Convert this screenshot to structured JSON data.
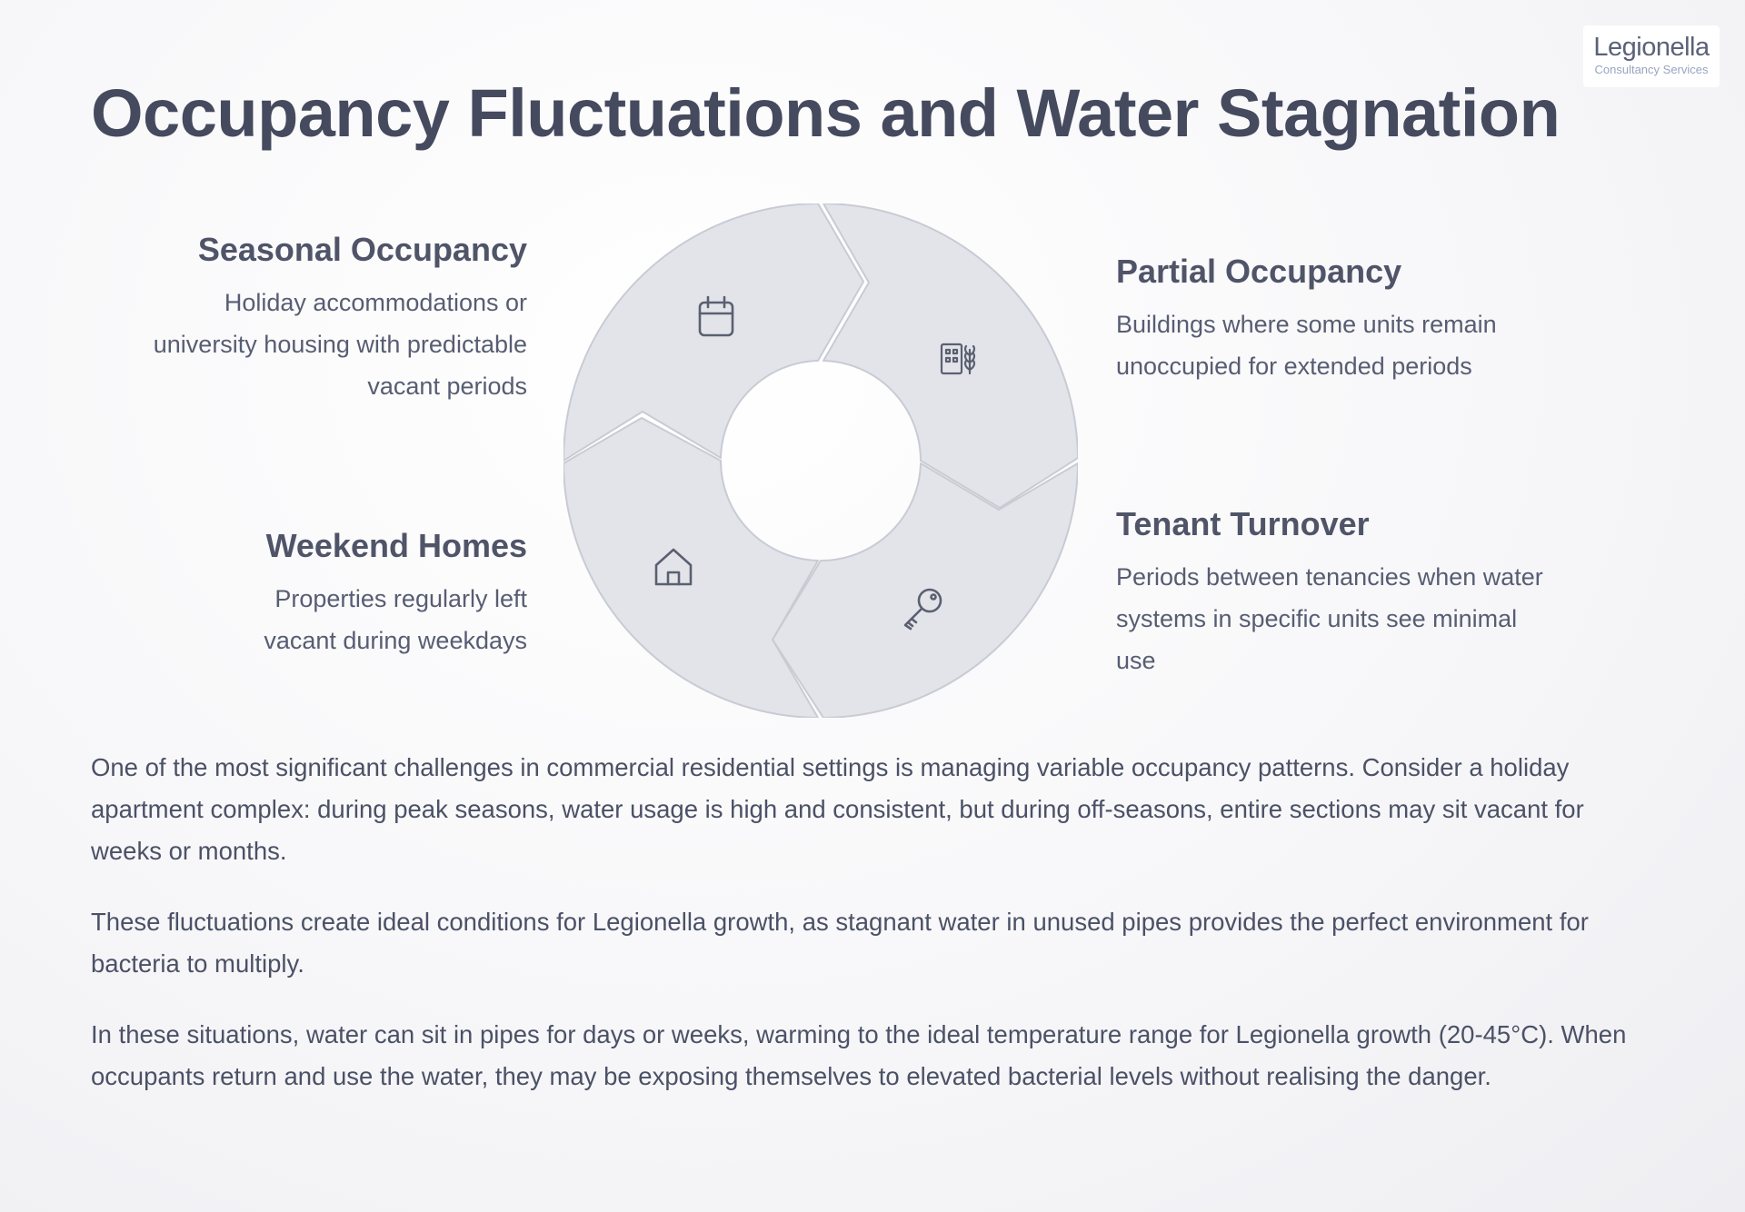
{
  "logo": {
    "name": "Legionella",
    "subtitle": "Consultancy Services"
  },
  "title": "Occupancy Fluctuations and Water Stagnation",
  "cycle": {
    "items": [
      {
        "heading": "Seasonal Occupancy",
        "description": "Holiday accommodations or university housing with predictable vacant periods",
        "icon": "calendar-icon"
      },
      {
        "heading": "Partial Occupancy",
        "description": "Buildings where some units remain unoccupied for extended periods",
        "icon": "building-icon"
      },
      {
        "heading": "Tenant Turnover",
        "description": "Periods between tenancies when water systems in specific units see minimal use",
        "icon": "key-icon"
      },
      {
        "heading": "Weekend Homes",
        "description": "Properties regularly left vacant during weekdays",
        "icon": "house-icon"
      }
    ],
    "colors": {
      "segment_fill": "#e3e4ea",
      "segment_stroke": "#c9cbd4",
      "icon_stroke": "#5a6070"
    }
  },
  "paragraphs": [
    "One of the most significant challenges in commercial residential settings is managing variable occupancy patterns. Consider a holiday apartment complex: during peak seasons, water usage is high and consistent, but during off-seasons, entire sections may sit vacant for weeks or months.",
    "These fluctuations create ideal conditions for Legionella growth, as stagnant water in unused pipes provides the perfect environment for bacteria to multiply.",
    "In these situations, water can sit in pipes for days or weeks, warming to the ideal temperature range for Legionella growth (20-45°C). When occupants return and use the water, they may be exposing themselves to elevated bacterial levels without realising the danger."
  ]
}
